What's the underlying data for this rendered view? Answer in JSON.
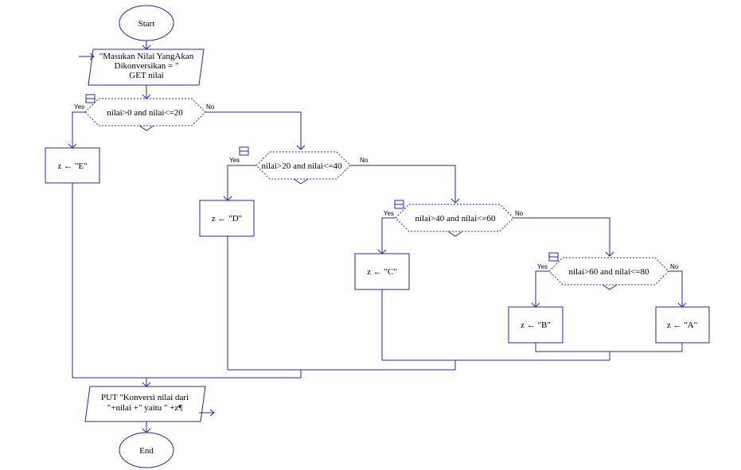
{
  "flowchart": {
    "start_label": "Start",
    "end_label": "End",
    "input_lines": [
      "\"Masukan Nilai YangAkan",
      "Dikonversikan = \"",
      "GET nilai"
    ],
    "output_lines": [
      "PUT \"Konversi nilai dari",
      "\"+nilai +\" yaitu \" +z¶"
    ],
    "yes_label": "Yes",
    "no_label": "No",
    "decisions": [
      {
        "condition": "nilai>0 and nilai<=20"
      },
      {
        "condition": "nilai>20 and nilai<=40"
      },
      {
        "condition": "nilai>40 and nilai<=60"
      },
      {
        "condition": "nilai>60 and nilai<=80"
      }
    ],
    "assignments": [
      {
        "text": "z ← \"E\""
      },
      {
        "text": "z ← \"D\""
      },
      {
        "text": "z ← \"C\""
      },
      {
        "text": "z ← \"B\""
      },
      {
        "text": "z ← \"A\""
      }
    ]
  }
}
